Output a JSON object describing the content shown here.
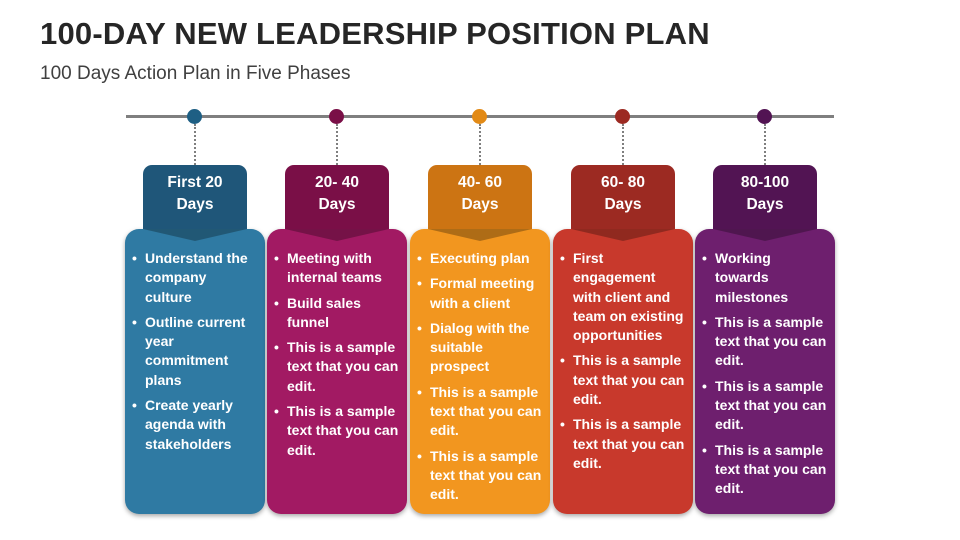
{
  "title": "100-DAY NEW LEADERSHIP POSITION PLAN",
  "subtitle": "100 Days Action Plan in Five Phases",
  "phases": [
    {
      "header": [
        "First 20",
        "Days"
      ],
      "color": "#2f7aa3",
      "dark": "#1f5679",
      "dot": "#1e5f84",
      "items": [
        "Understand the company culture",
        "Outline current year commitment plans",
        "Create yearly agenda with stakeholders"
      ]
    },
    {
      "header": [
        "20- 40",
        "Days"
      ],
      "color": "#a21a63",
      "dark": "#7a0f47",
      "dot": "#7a0f47",
      "items": [
        "Meeting with internal teams",
        "Build sales funnel",
        "This is a sample text that you can edit.",
        "This is a sample text that you can edit."
      ]
    },
    {
      "header": [
        "40- 60",
        "Days"
      ],
      "color": "#f2961f",
      "dark": "#cc7413",
      "dot": "#e28a16",
      "items": [
        "Executing plan",
        "Formal meeting with a client",
        "Dialog with the suitable prospect",
        "This is a sample text that you can edit.",
        "This is a sample text that you can edit."
      ]
    },
    {
      "header": [
        "60- 80",
        "Days"
      ],
      "color": "#c8392c",
      "dark": "#9c2a22",
      "dot": "#9c2a22",
      "items": [
        "First engagement with client and team on existing opportunities",
        "This is a sample text that you can edit.",
        "This is a sample text that you can edit."
      ]
    },
    {
      "header": [
        "80-100",
        "Days"
      ],
      "color": "#6e1f6e",
      "dark": "#521453",
      "dot": "#521453",
      "items": [
        "Working towards milestones",
        "This is a sample text that you can edit.",
        "This is a sample text that you can edit.",
        "This is a sample text that you can edit."
      ]
    }
  ]
}
